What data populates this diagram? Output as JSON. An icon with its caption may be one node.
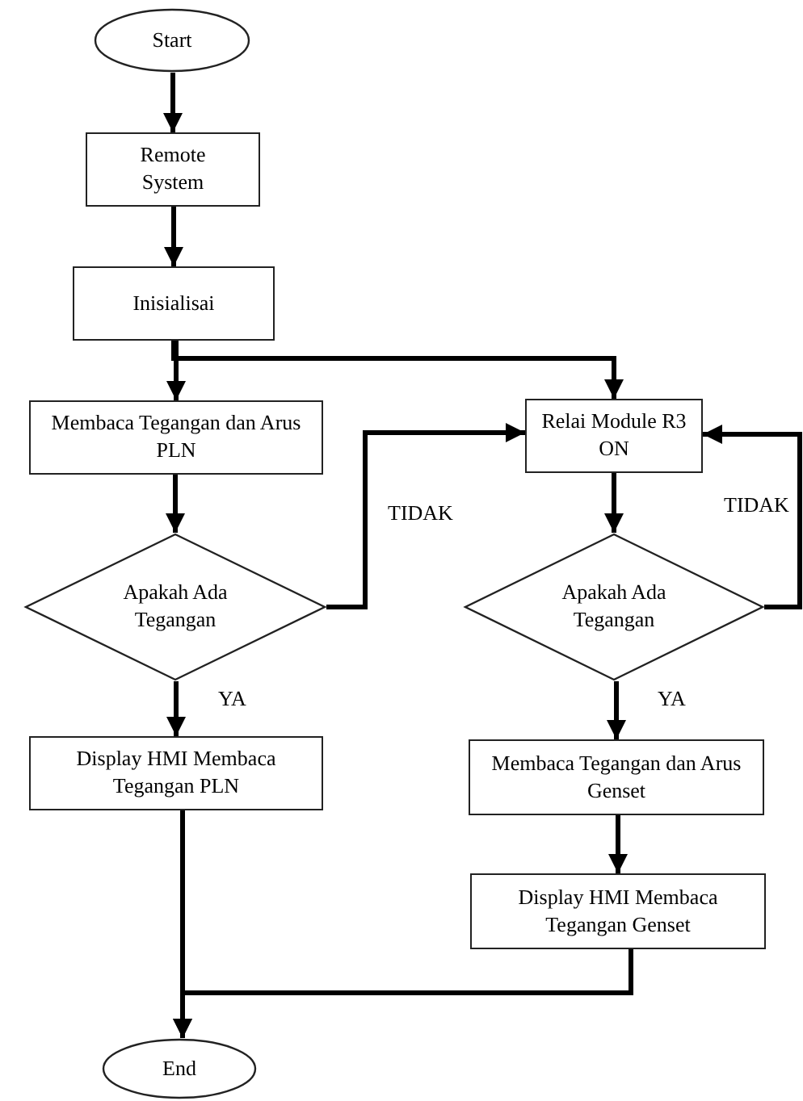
{
  "diagram": {
    "nodes": [
      {
        "text": [
          "Start"
        ]
      },
      {
        "text": [
          "Remote System"
        ]
      },
      {
        "text": [
          "Inisialisai"
        ]
      },
      {
        "text": [
          "Membaca Tegangan dan Arus PLN"
        ]
      },
      {
        "text": [
          "Relai Module R3 ON"
        ]
      },
      {
        "text": [
          "Apakah Ada Tegangan"
        ]
      },
      {
        "text": [
          "Apakah Ada Tegangan"
        ]
      },
      {
        "text": [
          "Display HMI Membaca Tegangan PLN"
        ]
      },
      {
        "text": [
          "Membaca Tegangan dan Arus Genset"
        ]
      },
      {
        "text": [
          "Display HMI Membaca Tegangan Genset"
        ]
      },
      {
        "text": [
          "End"
        ]
      }
    ],
    "edges": [
      {
        "from": 0,
        "to": 1,
        "arrow": "to"
      },
      {
        "from": 1,
        "to": 2,
        "arrow": "to"
      },
      {
        "from": 2,
        "to": 3,
        "arrow": "to"
      },
      {
        "from": 2,
        "to": 4,
        "arrow": "to"
      },
      {
        "from": 3,
        "to": 5,
        "arrow": "to"
      },
      {
        "from": 5,
        "to": 4,
        "arrow": "to",
        "label": "TIDAK"
      },
      {
        "from": 4,
        "to": 6,
        "arrow": "to"
      },
      {
        "from": 6,
        "to": 4,
        "arrow": "to",
        "label": "TIDAK"
      },
      {
        "from": 5,
        "to": 7,
        "arrow": "to",
        "label": "YA"
      },
      {
        "from": 6,
        "to": 8,
        "arrow": "to",
        "label": "YA"
      },
      {
        "from": 8,
        "to": 9,
        "arrow": "to"
      },
      {
        "from": 7,
        "to": 10,
        "arrow": "to"
      },
      {
        "from": 9,
        "to": 10,
        "arrow": "to"
      }
    ]
  }
}
